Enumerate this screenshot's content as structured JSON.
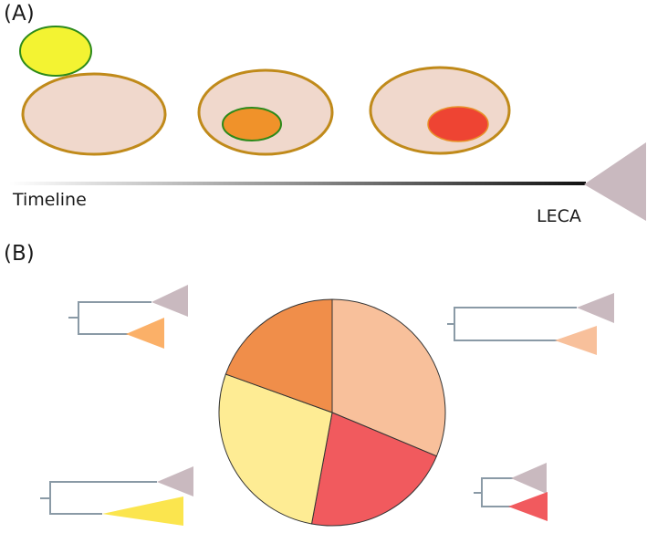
{
  "panel_a": {
    "label": "(A)",
    "timeline_label": "Timeline",
    "endpoint_label": "LECA"
  },
  "panel_b": {
    "label": "(B)"
  },
  "colors": {
    "cell_fill": "#f0d8cc",
    "cell_stroke": "#c08a1a",
    "free_microbe_fill": "#f3f332",
    "free_microbe_stroke": "#2c8a1a",
    "endosymbiont_orange": "#f0922a",
    "endosymbiont_red": "#ee4433",
    "leca_triangle": "#c9b9bf",
    "tree_branch": "#8a9aa6"
  },
  "pie": {
    "slices": [
      {
        "name": "peach",
        "value": 31.3,
        "color": "#f8c09b"
      },
      {
        "name": "red",
        "value": 21.6,
        "color": "#f15a5e"
      },
      {
        "name": "yellow",
        "value": 27.6,
        "color": "#feec94"
      },
      {
        "name": "orange",
        "value": 19.5,
        "color": "#f08e4a"
      }
    ]
  }
}
